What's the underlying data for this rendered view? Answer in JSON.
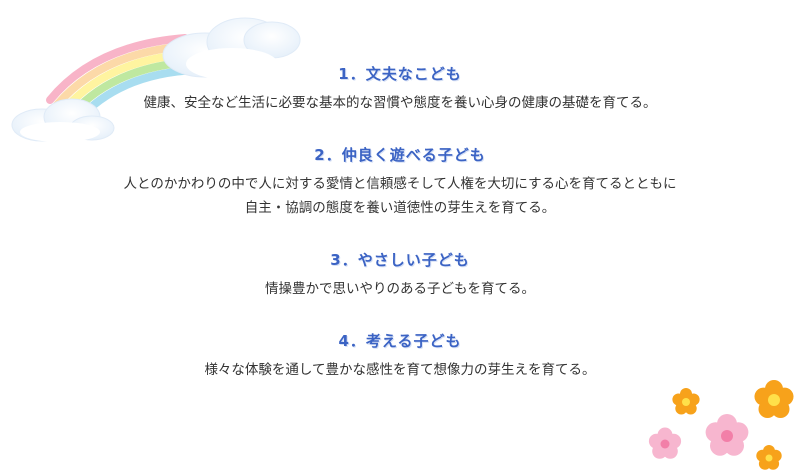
{
  "goals": [
    {
      "title": "1．文夫なこども",
      "lines": [
        "健康、安全など生活に必要な基本的な習慣や態度を養い心身の健康の基礎を育てる。"
      ]
    },
    {
      "title": "2．仲良く遊べる子ども",
      "lines": [
        "人とのかかわりの中で人に対する愛情と信頼感そして人権を大切にする心を育てるとともに",
        "自主・協調の態度を養い道徳性の芽生えを育てる。"
      ]
    },
    {
      "title": "3．やさしい子ども",
      "lines": [
        "情操豊かで思いやりのある子どもを育てる。"
      ]
    },
    {
      "title": "4．考える子ども",
      "lines": [
        "様々な体験を通して豊かな感性を育て想像力の芽生えを育てる。"
      ]
    }
  ],
  "decorations": {
    "rainbow_colors": [
      "#f8b4c8",
      "#fcd9a8",
      "#fff4a0",
      "#bfe8a0",
      "#a8ddf0"
    ],
    "cloud_color": "#ffffff",
    "cloud_edge": "#e3eef8",
    "flower_orange": "#f7a21b",
    "flower_pink": "#f7b6cf"
  }
}
